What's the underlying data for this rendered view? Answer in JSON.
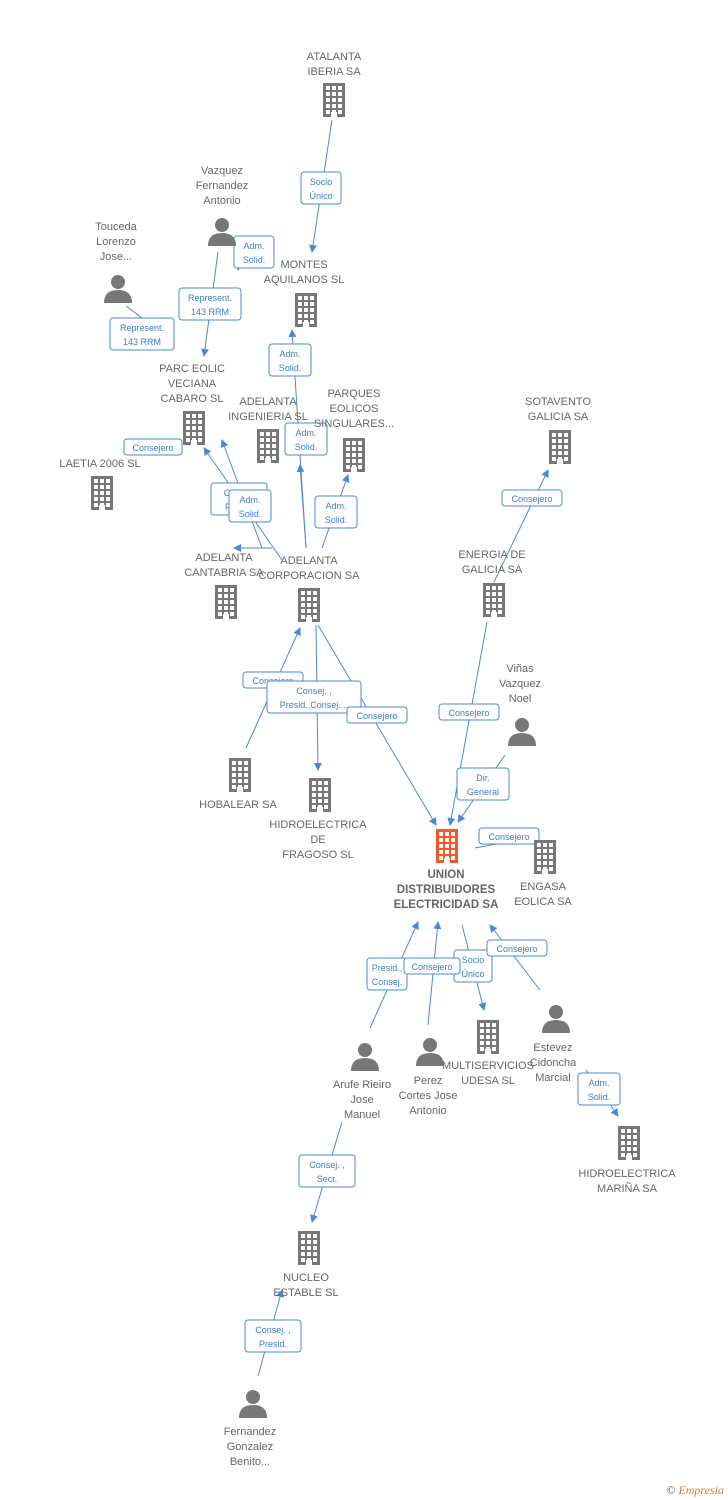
{
  "colors": {
    "company": "#777777",
    "main": "#f05a28",
    "person": "#777777",
    "edge": "#4a8ad4"
  },
  "nodes": [
    {
      "id": "atalanta",
      "type": "company",
      "label": [
        "ATALANTA",
        "IBERIA SA"
      ]
    },
    {
      "id": "montes",
      "type": "company",
      "label": [
        "MONTES",
        "AQUILANOS SL"
      ]
    },
    {
      "id": "vazquez",
      "type": "person",
      "label": [
        "Vazquez",
        "Fernandez",
        "Antonio"
      ]
    },
    {
      "id": "touceda",
      "type": "person",
      "label": [
        "Touceda",
        "Lorenzo",
        "Jose..."
      ]
    },
    {
      "id": "parceolic",
      "type": "company",
      "label": [
        "PARC EOLIC",
        "VECIANA",
        "CABARO SL"
      ]
    },
    {
      "id": "adelanta_ing",
      "type": "company",
      "label": [
        "ADELANTA",
        "INGENIERIA SL"
      ]
    },
    {
      "id": "parques",
      "type": "company",
      "label": [
        "PARQUES",
        "EOLICOS",
        "SINGULARES..."
      ]
    },
    {
      "id": "sotavento",
      "type": "company",
      "label": [
        "SOTAVENTO",
        "GALICIA SA"
      ]
    },
    {
      "id": "laetia",
      "type": "company",
      "label": [
        "LAETIA 2006 SL"
      ]
    },
    {
      "id": "adelanta_cant",
      "type": "company",
      "label": [
        "ADELANTA",
        "CANTABRIA SA"
      ]
    },
    {
      "id": "adelanta_corp",
      "type": "company",
      "label": [
        "ADELANTA",
        "CORPORACION SA"
      ]
    },
    {
      "id": "energia",
      "type": "company",
      "label": [
        "ENERGIA DE",
        "GALICIA SA"
      ]
    },
    {
      "id": "vinas",
      "type": "person",
      "label": [
        "Viñas",
        "Vazquez",
        "Noel"
      ]
    },
    {
      "id": "hobalear",
      "type": "company",
      "label": [
        "HOBALEAR SA"
      ]
    },
    {
      "id": "hidrofragoso",
      "type": "company",
      "label": [
        "HIDROELECTRICA",
        "DE",
        "FRAGOSO SL"
      ]
    },
    {
      "id": "union",
      "type": "main",
      "label": [
        "UNION",
        "DISTRIBUIDORES",
        "ELECTRICIDAD SA"
      ]
    },
    {
      "id": "engasa",
      "type": "company",
      "label": [
        "ENGASA",
        "EOLICA SA"
      ]
    },
    {
      "id": "multiservicios",
      "type": "company",
      "label": [
        "MULTISERVICIOS",
        "UDESA SL"
      ]
    },
    {
      "id": "estevez",
      "type": "person",
      "label": [
        "Estevez",
        "Cidoncha",
        "Marcial"
      ]
    },
    {
      "id": "arufe",
      "type": "person",
      "label": [
        "Arufe Rieiro",
        "Jose",
        "Manuel"
      ]
    },
    {
      "id": "perez",
      "type": "person",
      "label": [
        "Perez",
        "Cortes Jose",
        "Antonio"
      ]
    },
    {
      "id": "hidromarina",
      "type": "company",
      "label": [
        "HIDROELECTRICA",
        "MARIÑA SA"
      ]
    },
    {
      "id": "nucleo",
      "type": "company",
      "label": [
        "NUCLEO",
        "ESTABLE SL"
      ]
    },
    {
      "id": "fernandez",
      "type": "person",
      "label": [
        "Fernandez",
        "Gonzalez",
        "Benito..."
      ]
    }
  ],
  "edges": [
    {
      "from": "atalanta",
      "to": "montes",
      "label": [
        "Socio",
        "Único"
      ]
    },
    {
      "from": "vazquez",
      "to": "parceolic",
      "label": [
        "Represent.",
        "143 RRM"
      ]
    },
    {
      "from": "vazquez",
      "to": "parceolic",
      "label": [
        "Adm.",
        "Solid."
      ]
    },
    {
      "from": "touceda",
      "to": "parceolic",
      "label": [
        "Represent.",
        "143 RRM"
      ]
    },
    {
      "from": "adelanta_corp",
      "to": "montes",
      "label": [
        "Adm.",
        "Solid."
      ]
    },
    {
      "from": "adelanta_corp",
      "to": "adelanta_ing",
      "label": [
        "Adm.",
        "Solid."
      ]
    },
    {
      "from": "adelanta_corp",
      "to": "parques",
      "label": [
        "Adm.",
        "Solid."
      ]
    },
    {
      "from": "adelanta_corp",
      "to": "parceolic",
      "label": [
        "Consej.",
        "Presid."
      ]
    },
    {
      "from": "adelanta_corp",
      "to": "adelanta_cant",
      "label": [
        "Adm.",
        "Solid."
      ]
    },
    {
      "from": "adelanta_corp",
      "to": "laetia",
      "label": [
        "Consejero"
      ]
    },
    {
      "from": "energia",
      "to": "sotavento",
      "label": [
        "Consejero"
      ]
    },
    {
      "from": "hobalear",
      "to": "adelanta_corp",
      "label": [
        "Consejero"
      ]
    },
    {
      "from": "adelanta_corp",
      "to": "hidrofragoso",
      "label": [
        "Consej. ,",
        "Presid.,Consej...."
      ]
    },
    {
      "from": "adelanta_corp",
      "to": "union",
      "label": [
        "Consejero"
      ]
    },
    {
      "from": "energia",
      "to": "union",
      "label": [
        "Consejero"
      ]
    },
    {
      "from": "vinas",
      "to": "union",
      "label": [
        "Dir.",
        "General"
      ]
    },
    {
      "from": "union",
      "to": "engasa",
      "label": [
        "Consejero"
      ]
    },
    {
      "from": "union",
      "to": "multiservicios",
      "label": [
        "Socio",
        "Único"
      ]
    },
    {
      "from": "estevez",
      "to": "union",
      "label": [
        "Consejero"
      ]
    },
    {
      "from": "arufe",
      "to": "union",
      "label": [
        "Presid.,",
        "Consej."
      ]
    },
    {
      "from": "perez",
      "to": "union",
      "label": [
        "Consejero"
      ]
    },
    {
      "from": "estevez",
      "to": "hidromarina",
      "label": [
        "Adm.",
        "Solid."
      ]
    },
    {
      "from": "arufe",
      "to": "nucleo",
      "label": [
        "Consej. ,",
        "Secr."
      ]
    },
    {
      "from": "fernandez",
      "to": "nucleo",
      "label": [
        "Consej. ,",
        "Presid."
      ]
    }
  ],
  "footer": {
    "copyright": "©",
    "brand": "Empresia"
  }
}
